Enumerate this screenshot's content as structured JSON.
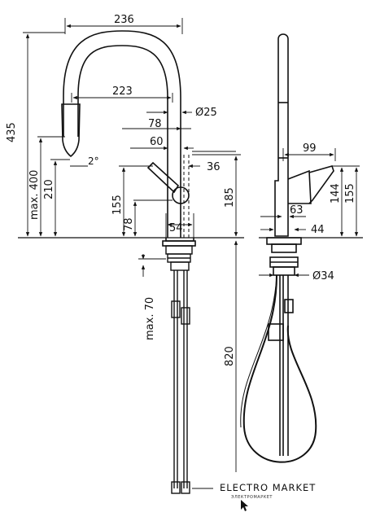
{
  "dimensions": {
    "d236": "236",
    "d223": "223",
    "d25": "Ø25",
    "d78": "78",
    "d60": "60",
    "d36": "36",
    "d2deg": "2°",
    "d435": "435",
    "d400": "max. 400",
    "d210": "210",
    "d155": "155",
    "d78v": "78",
    "d54": "54",
    "d185": "185",
    "d70": "max. 70",
    "d820": "820",
    "d99": "99",
    "d63": "63",
    "d44": "44",
    "d144": "144",
    "d155r": "155",
    "d34": "Ø34"
  },
  "logo": {
    "title": "ELECTRO MARKET",
    "subtitle": "ЭЛЕКТРОМАРКЕТ"
  }
}
